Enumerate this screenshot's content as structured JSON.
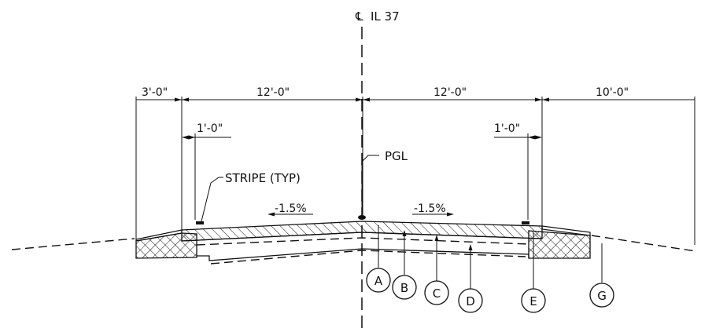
{
  "centerline": {
    "symbol": "℄",
    "label": "IL 37"
  },
  "dimensions": {
    "shoulder_left": "3'-0\"",
    "lane_left": "12'-0\"",
    "lane_right": "12'-0\"",
    "shoulder_right": "10'-0\"",
    "offset_left": "1'-0\"",
    "offset_right": "1'-0\""
  },
  "labels": {
    "pgl": "PGL",
    "stripe": "STRIPE (TYP)",
    "slope_left": "-1.5%",
    "slope_right": "-1.5%"
  },
  "callouts": [
    "A",
    "B",
    "C",
    "D",
    "E",
    "G"
  ],
  "colors": {
    "ink": "#111111",
    "background": "#ffffff"
  }
}
